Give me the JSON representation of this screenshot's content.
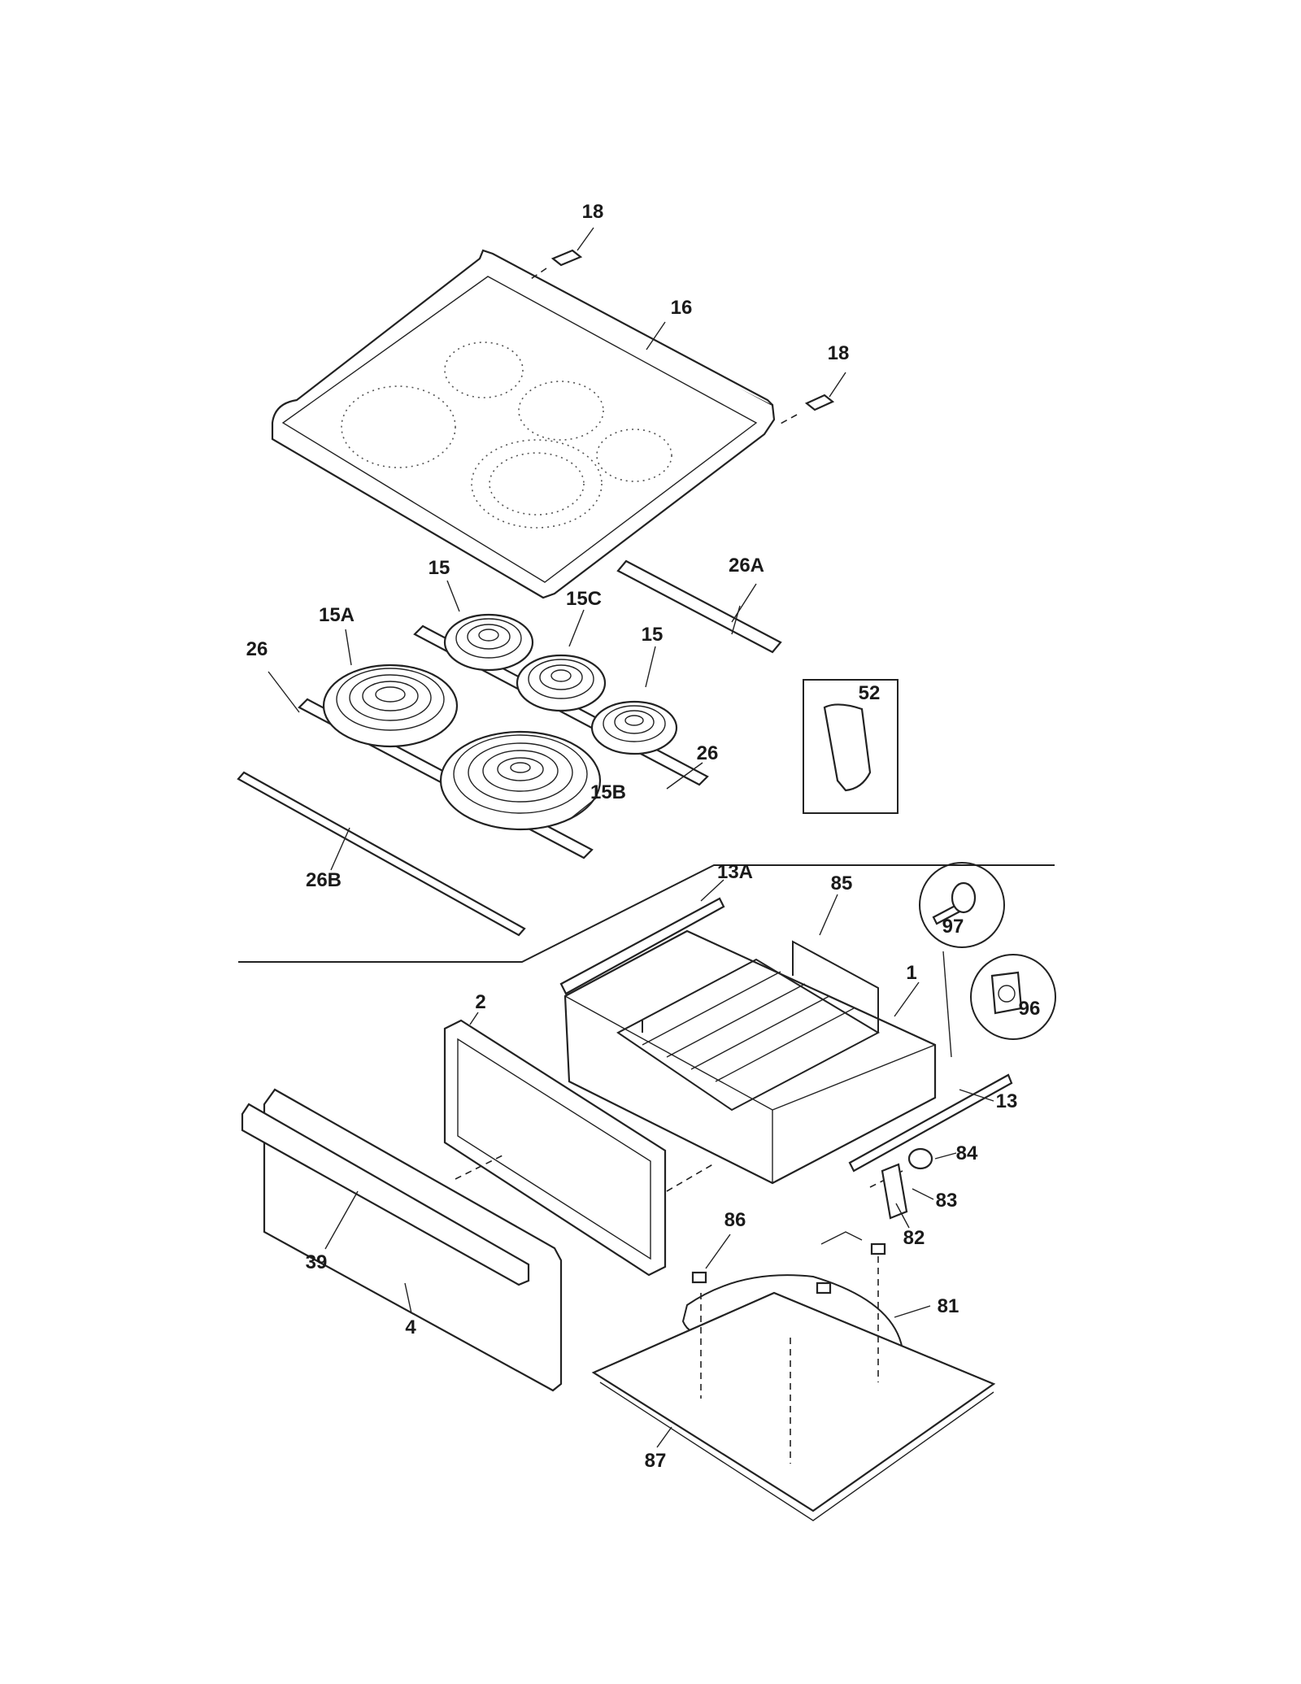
{
  "labels": {
    "l18a": "18",
    "l16": "16",
    "l18b": "18",
    "l26A": "26A",
    "l15a": "15",
    "l15A": "15A",
    "l15C": "15C",
    "l15b": "15",
    "l26a": "26",
    "l52": "52",
    "l26b": "26",
    "l15B": "15B",
    "l26B": "26B",
    "l13A": "13A",
    "l85": "85",
    "l97": "97",
    "l1": "1",
    "l96": "96",
    "l2": "2",
    "l13": "13",
    "l84": "84",
    "l83": "83",
    "l86": "86",
    "l82": "82",
    "l39": "39",
    "l81": "81",
    "l4": "4",
    "l87": "87"
  }
}
